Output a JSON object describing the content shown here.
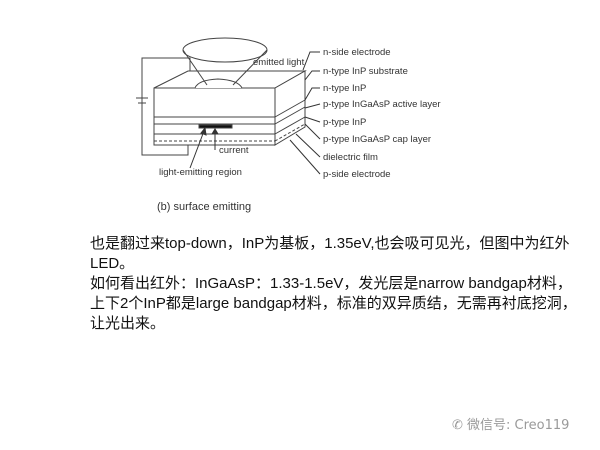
{
  "diagram": {
    "labels": {
      "emitted_light": "emitted light",
      "current": "current",
      "light_emitting_region": "light-emitting region",
      "caption": "(b) surface emitting"
    },
    "layers": [
      "n-side electrode",
      "n-type InP substrate",
      "n-type InP",
      "p-type InGaAsP active layer",
      "p-type InP",
      "p-type InGaAsP cap layer",
      "dielectric film",
      "p-side electrode"
    ]
  },
  "text": {
    "lines": [
      "也是翻过来top-down，InP为基板，1.35eV,也会吸可见光，但图中为红外",
      "LED。",
      "如何看出红外：InGaAsP：1.33-1.5eV，发光层是narrow bandgap材料，",
      "上下2个InP都是large bandgap材料，标准的双异质结，无需再衬底挖洞，",
      "让光出来。"
    ]
  },
  "watermark": "微信号: Creo119"
}
